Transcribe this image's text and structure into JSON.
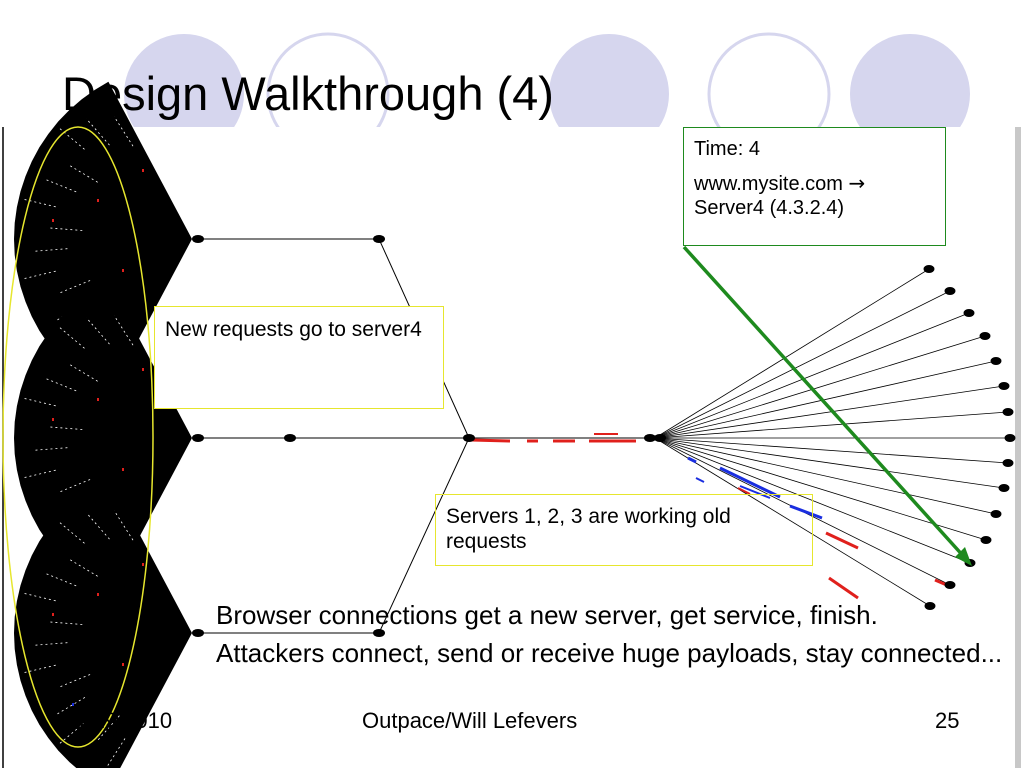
{
  "slide": {
    "title": "Design Walkthrough (4)",
    "callouts": {
      "time_label": "Time: 4",
      "mapping_domain": "www.mysite.com",
      "mapping_arrow": "→",
      "mapping_target": "Server4 (4.3.2.4)",
      "new_requests": "New requests go to server4",
      "old_requests": "Servers 1, 2, 3 are working old requests"
    },
    "caption": [
      "Browser connections get a new server, get service, finish.",
      "Attackers connect, send or receive huge payloads, stay connected..."
    ],
    "footer": {
      "date": "10/29/2010",
      "author": "Outpace/Will Lefevers",
      "page": "25"
    }
  },
  "colors": {
    "background": "#ffffff",
    "decor_circle": "#d6d6ee",
    "node": "#000000",
    "highlight_ellipse": "#e6e62e",
    "pointer_arrow": "#1e8a1e",
    "attack_traffic": "#e0201c",
    "browser_traffic": "#1a2ee0"
  },
  "icons": {
    "client_fan": "black-fan-shape",
    "node": "black-oval-node"
  }
}
